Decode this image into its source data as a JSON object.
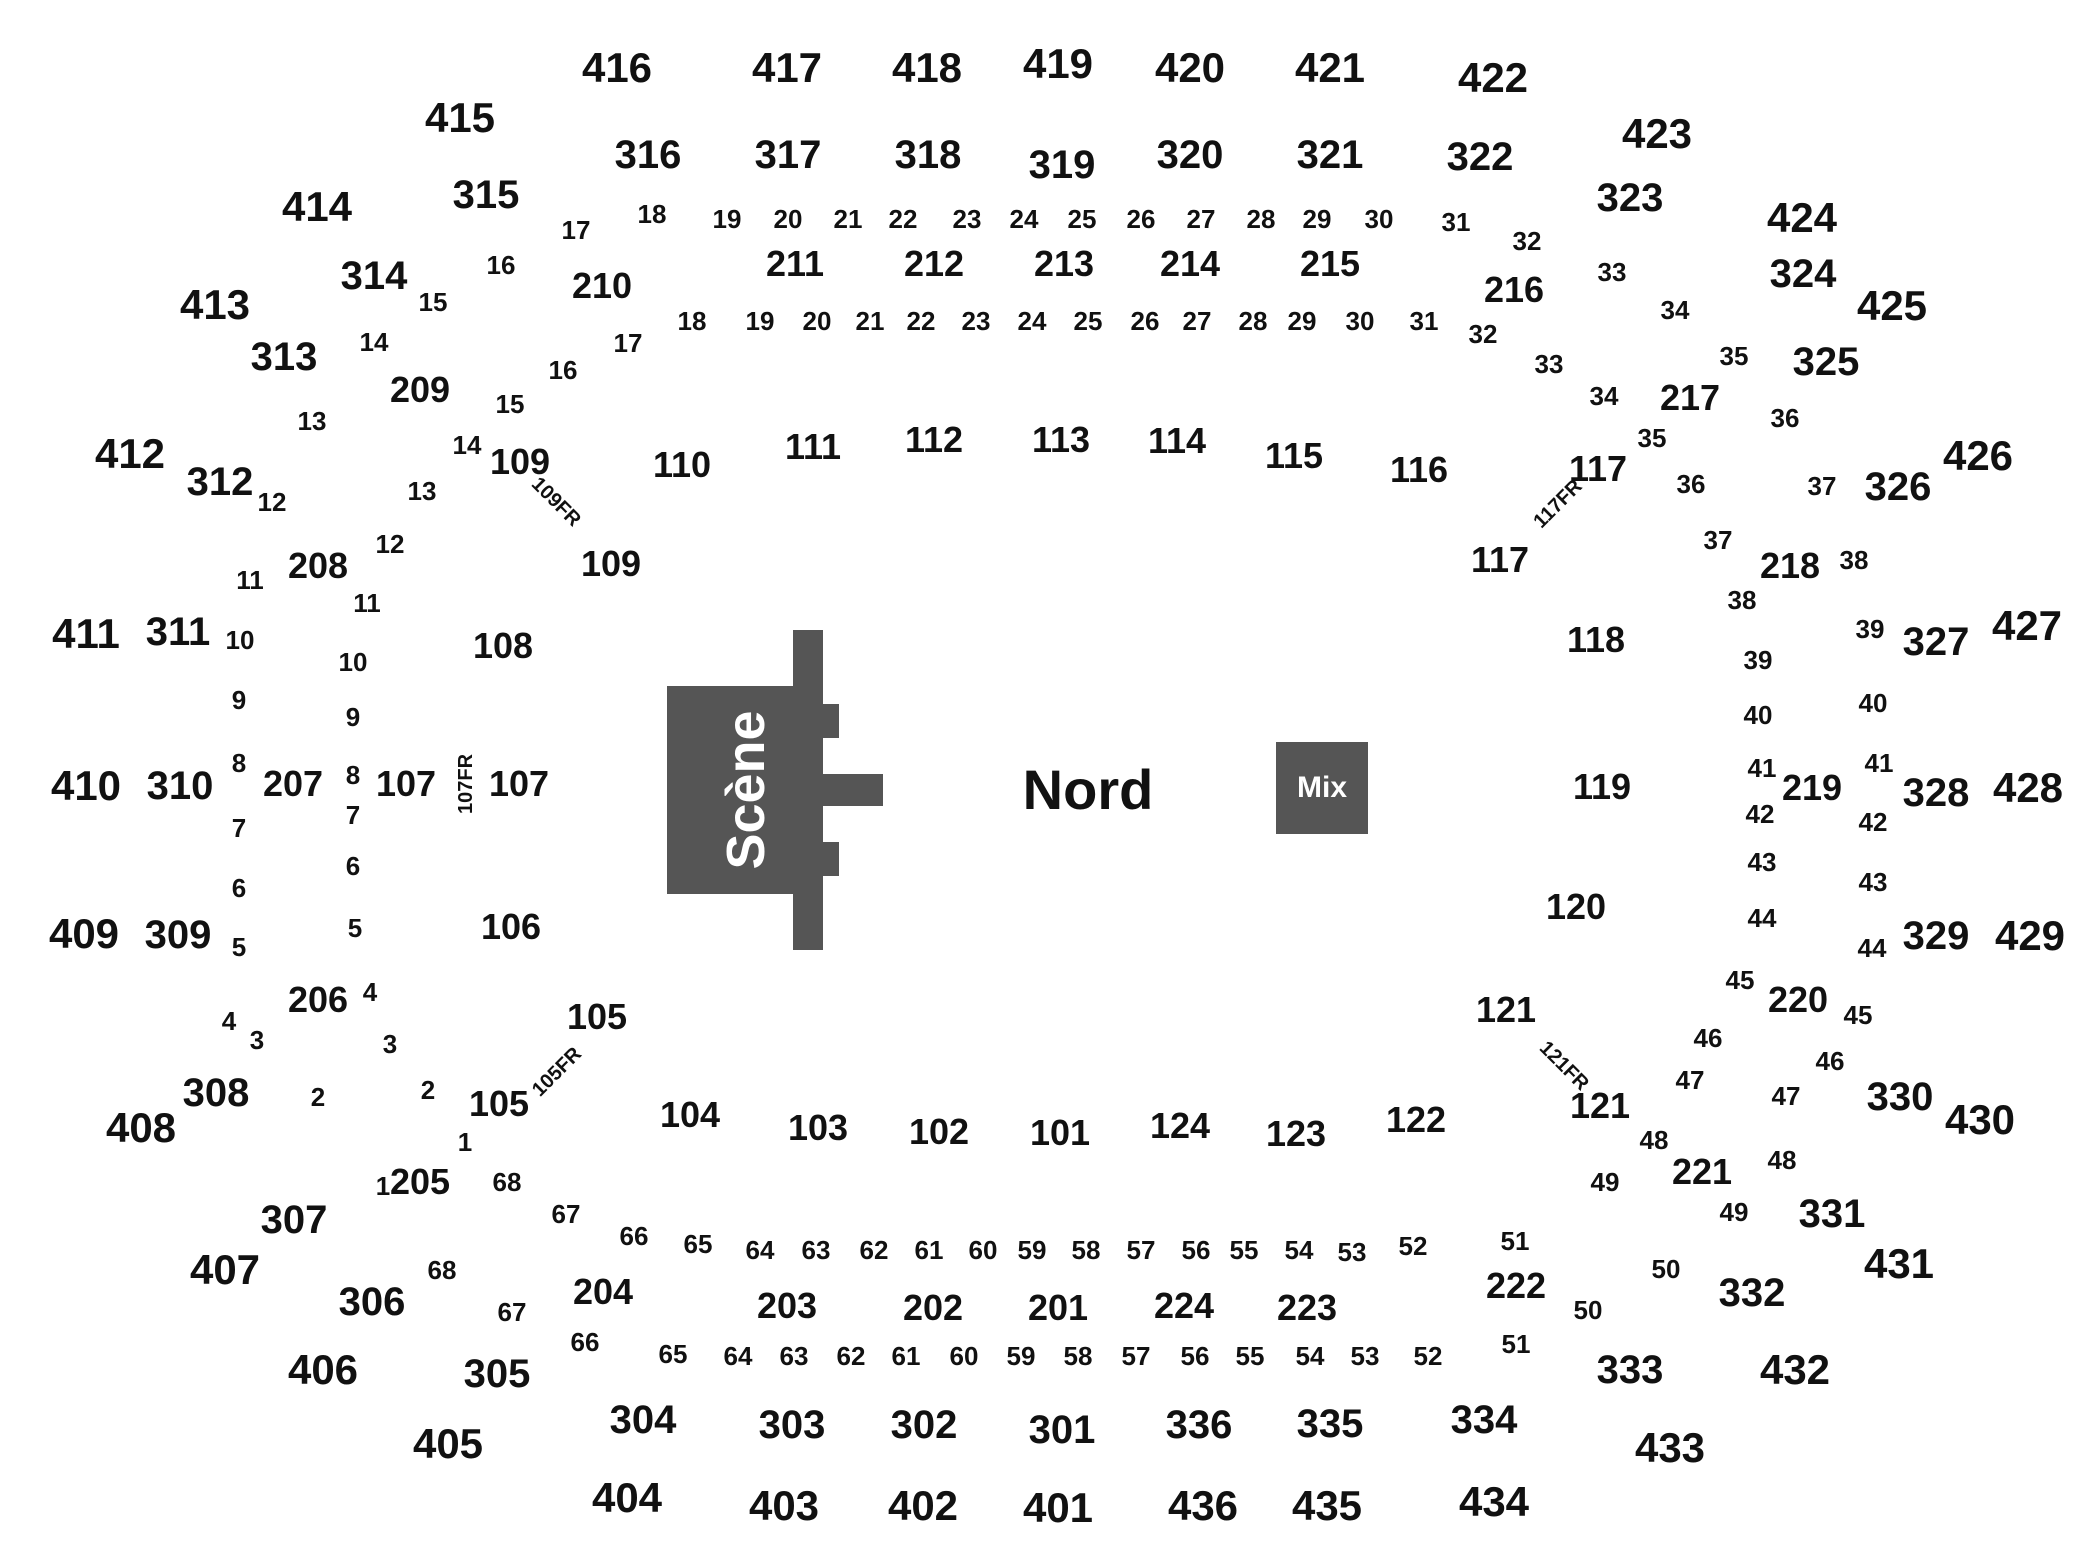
{
  "map": {
    "center_label": "Nord",
    "stage_label": "Scène",
    "mix_label": "Mix"
  },
  "colors": {
    "stage": "#555555",
    "text": "#111111",
    "background": "#ffffff"
  },
  "sections": {
    "level_400": [
      "401",
      "402",
      "403",
      "404",
      "405",
      "406",
      "407",
      "408",
      "409",
      "410",
      "411",
      "412",
      "413",
      "414",
      "415",
      "416",
      "417",
      "418",
      "419",
      "420",
      "421",
      "422",
      "423",
      "424",
      "425",
      "426",
      "427",
      "428",
      "429",
      "430",
      "431",
      "432",
      "433",
      "434",
      "435",
      "436"
    ],
    "level_300": [
      "301",
      "302",
      "303",
      "304",
      "305",
      "306",
      "307",
      "308",
      "309",
      "310",
      "311",
      "312",
      "313",
      "314",
      "315",
      "316",
      "317",
      "318",
      "319",
      "320",
      "321",
      "322",
      "323",
      "324",
      "325",
      "326",
      "327",
      "328",
      "329",
      "330",
      "331",
      "332",
      "333",
      "334",
      "335",
      "336"
    ],
    "level_200": [
      "201",
      "202",
      "203",
      "204",
      "205",
      "206",
      "207",
      "208",
      "209",
      "210",
      "211",
      "212",
      "213",
      "214",
      "215",
      "216",
      "217",
      "218",
      "219",
      "220",
      "221",
      "222",
      "223",
      "224"
    ],
    "level_100": [
      "101",
      "102",
      "103",
      "104",
      "105",
      "105",
      "106",
      "107",
      "107",
      "108",
      "109",
      "109",
      "110",
      "111",
      "112",
      "113",
      "114",
      "115",
      "116",
      "117",
      "117",
      "118",
      "119",
      "120",
      "121",
      "121",
      "122",
      "123",
      "124"
    ],
    "floor_rows": [
      "105FR",
      "107FR",
      "109FR",
      "117FR",
      "121FR"
    ]
  },
  "rows": {
    "upper_rows": [
      "1",
      "2",
      "3",
      "4",
      "5",
      "6",
      "7",
      "8",
      "9",
      "10",
      "11",
      "12",
      "13",
      "14",
      "15",
      "16",
      "17",
      "18",
      "19",
      "20",
      "21",
      "22",
      "23",
      "24",
      "25",
      "26",
      "27",
      "28",
      "29",
      "30",
      "31",
      "32",
      "33",
      "34",
      "35",
      "36",
      "37",
      "38",
      "39",
      "40",
      "41",
      "42",
      "43",
      "44",
      "45",
      "46",
      "47",
      "48",
      "49",
      "50",
      "51",
      "52",
      "53",
      "54",
      "55",
      "56",
      "57",
      "58",
      "59",
      "60",
      "61",
      "62",
      "63",
      "64",
      "65",
      "66",
      "67",
      "68"
    ],
    "lower_rows": [
      "1",
      "2",
      "3",
      "4",
      "5",
      "6",
      "7",
      "8",
      "9",
      "10",
      "11",
      "12",
      "13",
      "14",
      "15",
      "16",
      "17",
      "18",
      "19",
      "20",
      "21",
      "22",
      "23",
      "24",
      "25",
      "26",
      "27",
      "28",
      "29",
      "30",
      "31",
      "32",
      "33",
      "34",
      "35",
      "36",
      "37",
      "38",
      "39",
      "40",
      "41",
      "42",
      "43",
      "44",
      "45",
      "46",
      "47",
      "48",
      "49",
      "50",
      "51",
      "52",
      "53",
      "54",
      "55",
      "56",
      "57",
      "58",
      "59",
      "60",
      "61",
      "62",
      "63",
      "64",
      "65",
      "66",
      "67",
      "68"
    ]
  }
}
